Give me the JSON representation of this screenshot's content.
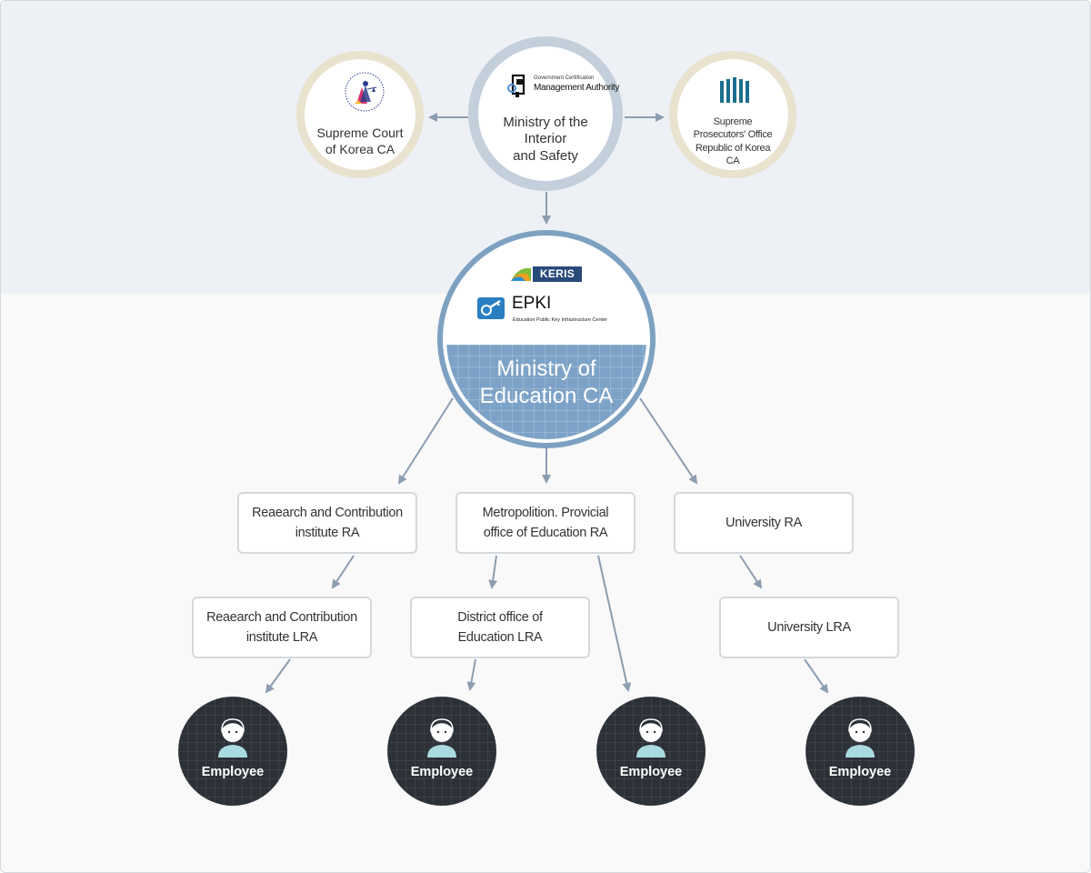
{
  "top": {
    "supreme_court": {
      "label_line1": "Supreme Court",
      "label_line2": "of Korea CA"
    },
    "mois": {
      "logo_small": "Government Certification",
      "logo_big": "Management Authority",
      "label_line1": "Ministry of the",
      "label_line2": "Interior",
      "label_line3": "and Safety"
    },
    "prosecutors": {
      "label_line1": "Supreme",
      "label_line2": "Prosecutors' Office",
      "label_line3": "Republic of Korea",
      "label_line4": "CA"
    }
  },
  "center": {
    "keris": "KERIS",
    "epki_title": "EPKI",
    "epki_subtitle": "Education Public Key Infrastructure Center",
    "title_line1": "Ministry of",
    "title_line2": "Education CA"
  },
  "ra": [
    {
      "line1": "Reaearch and Contribution",
      "line2": "institute RA"
    },
    {
      "line1": "Metropolition. Provicial",
      "line2": "office of Education RA"
    },
    {
      "line1": "University RA",
      "line2": ""
    }
  ],
  "lra": [
    {
      "line1": "Reaearch and Contribution",
      "line2": "institute LRA"
    },
    {
      "line1": "District office of",
      "line2": "Education LRA"
    },
    {
      "line1": "University LRA",
      "line2": ""
    }
  ],
  "employees": [
    "Employee",
    "Employee",
    "Employee",
    "Employee"
  ],
  "colors": {
    "top_band": "#edf0f4",
    "page_bg": "#f9f9f9",
    "connector": "#8c9db0",
    "center_ring": "#7ea1c1",
    "center_fill": "#7da2c7",
    "side_ring": "#e8e2cf",
    "mois_ring": "#c3cfdb",
    "employee_fill": "#2c3138"
  }
}
